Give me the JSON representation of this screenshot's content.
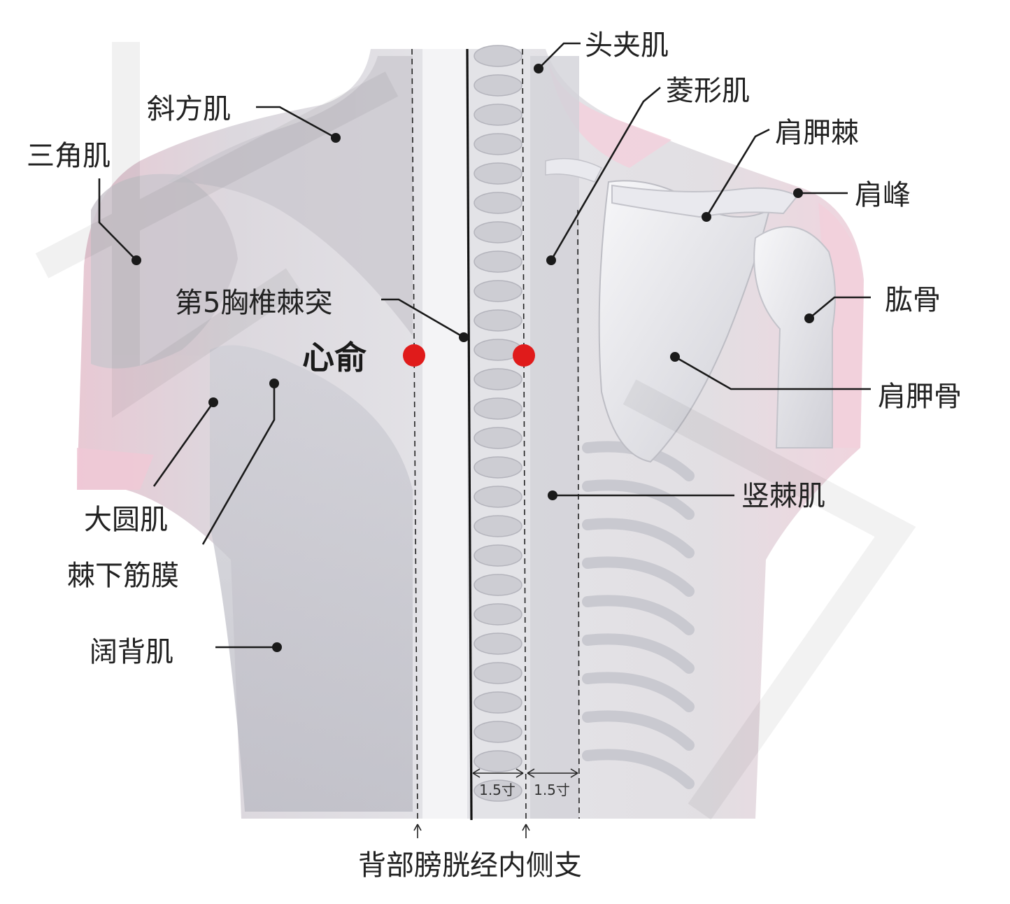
{
  "acupoint": {
    "name": "心俞",
    "color": "#e01b1b"
  },
  "labels": {
    "splenius": "头夹肌",
    "trapezius": "斜方肌",
    "rhomboid": "菱形肌",
    "deltoid": "三角肌",
    "scapular_spine": "肩胛棘",
    "acromion": "肩峰",
    "t5_spinous": "第5胸椎棘突",
    "humerus": "肱骨",
    "scapula": "肩胛骨",
    "erector_spinae": "竖棘肌",
    "teres_major": "大圆肌",
    "infraspinous_fascia": "棘下筋膜",
    "latissimus": "阔背肌"
  },
  "measure": {
    "left": "1.5寸",
    "right": "1.5寸"
  },
  "meridian": "背部膀胱经内侧支",
  "colors": {
    "skin_pink": "#f3d6e0",
    "muscle_gray": "#d9d9de",
    "bone": "#efeff2",
    "line": "#1a1a1a"
  }
}
